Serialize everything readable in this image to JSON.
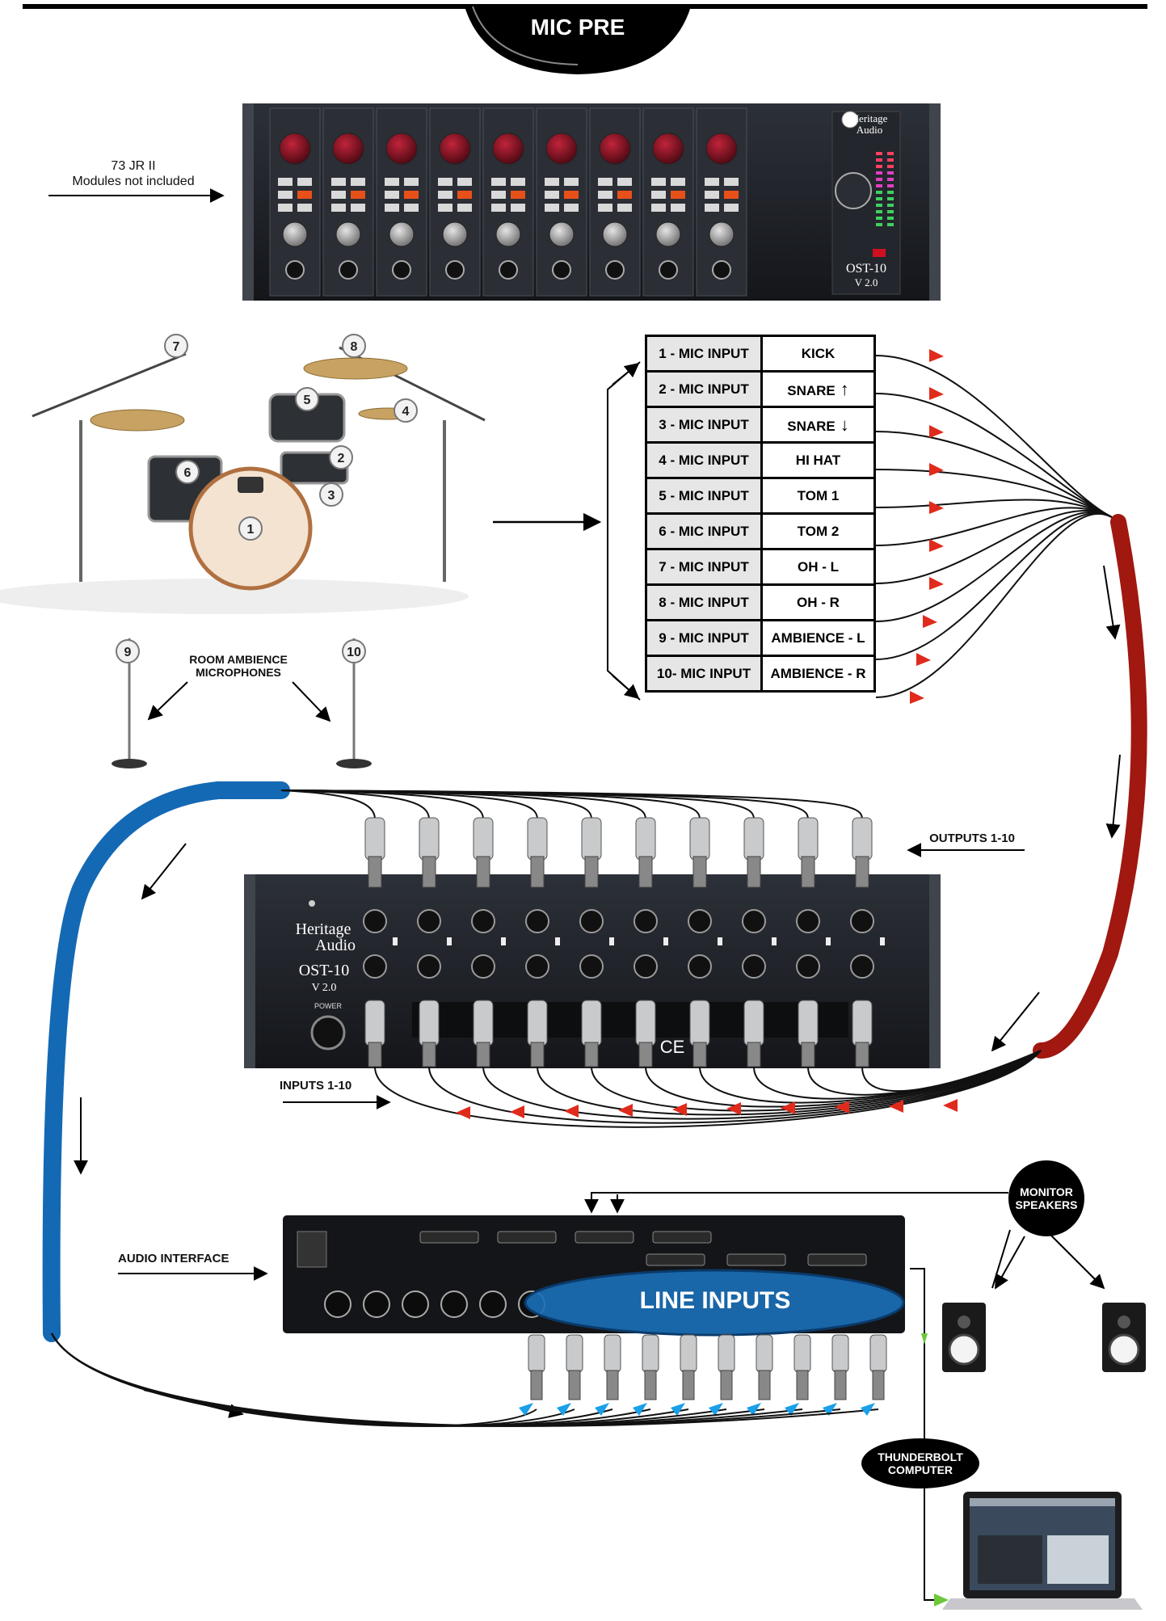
{
  "banner": {
    "title": "MIC PRE"
  },
  "rack_front": {
    "brand_line1": "Heritage",
    "brand_line2": "Audio",
    "model": "OST-10",
    "version": "V 2.0",
    "modules_count": 9,
    "accent": "#8b0f1c"
  },
  "labels": {
    "modules_note_line1": "73 JR II",
    "modules_note_line2": "Modules not included",
    "room_ambience_line1": "ROOM AMBIENCE",
    "room_ambience_line2": "MICROPHONES",
    "outputs": "OUTPUTS 1-10",
    "inputs": "INPUTS 1-10",
    "audio_interface": "AUDIO INTERFACE",
    "line_inputs": "LINE INPUTS",
    "monitor_line1": "MONITOR",
    "monitor_line2": "SPEAKERS",
    "thunderbolt_line1": "THUNDERBOLT",
    "thunderbolt_line2": "COMPUTER"
  },
  "rack_back": {
    "brand_line1": "Heritage",
    "brand_line2": "Audio",
    "model": "OST-10",
    "version": "V 2.0",
    "power_label": "POWER",
    "ce_mark": "CE"
  },
  "drum_mics": [
    "1",
    "2",
    "3",
    "4",
    "5",
    "6",
    "7",
    "8",
    "9",
    "10"
  ],
  "channels": [
    {
      "input": "1 - MIC INPUT",
      "source": "KICK",
      "dir": ""
    },
    {
      "input": "2 - MIC INPUT",
      "source": "SNARE",
      "dir": "up"
    },
    {
      "input": "3 - MIC INPUT",
      "source": "SNARE",
      "dir": "down"
    },
    {
      "input": "4 - MIC INPUT",
      "source": "HI HAT",
      "dir": ""
    },
    {
      "input": "5 - MIC INPUT",
      "source": "TOM 1",
      "dir": ""
    },
    {
      "input": "6 - MIC INPUT",
      "source": "TOM 2",
      "dir": ""
    },
    {
      "input": "7 - MIC INPUT",
      "source": "OH - L",
      "dir": ""
    },
    {
      "input": "8 - MIC INPUT",
      "source": "OH - R",
      "dir": ""
    },
    {
      "input": "9 - MIC INPUT",
      "source": "AMBIENCE - L",
      "dir": ""
    },
    {
      "input": "10- MIC INPUT",
      "source": "AMBIENCE - R",
      "dir": ""
    }
  ],
  "colors": {
    "red_snake": "#a01810",
    "blue_snake": "#1469b4",
    "red_arrow": "#e02a1c",
    "blue_arrow": "#1aa0e8",
    "green_arrow": "#6cc83c",
    "rack": "#1d2026"
  }
}
